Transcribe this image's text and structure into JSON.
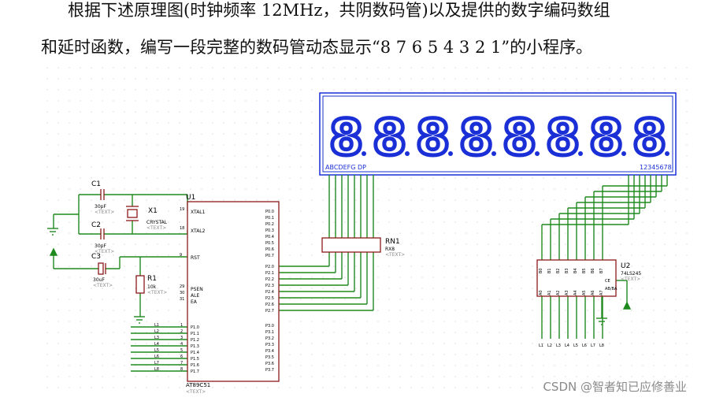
{
  "question": {
    "line1": "根据下述原理图(时钟频率 12MHz，共阴数码管)以及提供的数字编码数组",
    "line2": "和延时函数，编写一段完整的数码管动态显示“8 7 6 5 4 3 2 1”的小程序。"
  },
  "display": {
    "digit_glyph": "8",
    "digit_count": 8,
    "segment_label": "ABCDEFG DP",
    "position_label": "12345678"
  },
  "components": {
    "c1": {
      "ref": "C1",
      "value": "30pF",
      "text": "<TEXT>"
    },
    "c2": {
      "ref": "C2",
      "value": "30pF",
      "text": "<TEXT>"
    },
    "c3": {
      "ref": "C3",
      "value": "30uF",
      "text": "<TEXT>"
    },
    "x1": {
      "ref": "X1",
      "value": "CRYSTAL",
      "text": "<TEXT>"
    },
    "r1": {
      "ref": "R1",
      "value": "10k",
      "text": "<TEXT>"
    },
    "rn1": {
      "ref": "RN1",
      "value": "RX8",
      "text": "<TEXT>"
    },
    "u1": {
      "ref": "U1",
      "part": "AT89C51",
      "text": "<TEXT>",
      "pins_left": [
        "XTAL1",
        "XTAL2",
        "RST",
        "PSEN",
        "ALE",
        "EA"
      ],
      "pin_numbers_left": [
        "19",
        "18",
        "9",
        "29",
        "30",
        "31"
      ],
      "port1_labels": [
        "P1.0",
        "P1.1",
        "P1.2",
        "P1.3",
        "P1.4",
        "P1.5",
        "P1.6",
        "P1.7"
      ],
      "port1_pin_numbers": [
        "1",
        "2",
        "3",
        "4",
        "5",
        "6",
        "7",
        "8"
      ],
      "line_labels": [
        "L1",
        "L2",
        "L3",
        "L4",
        "L5",
        "L6",
        "L7",
        "L8"
      ],
      "port0_labels": [
        "P0.0",
        "P0.1",
        "P0.2",
        "P0.3",
        "P0.4",
        "P0.5",
        "P0.6",
        "P0.7"
      ],
      "port2_labels": [
        "P2.0",
        "P2.1",
        "P2.2",
        "P2.3",
        "P2.4",
        "P2.5",
        "P2.6",
        "P2.7"
      ],
      "port3_labels": [
        "P3.0",
        "P3.1",
        "P3.2",
        "P3.3",
        "P3.4",
        "P3.5",
        "P3.6",
        "P3.7"
      ]
    },
    "u2": {
      "ref": "U2",
      "part": "74LS245",
      "text": "<TEXT>",
      "top_pins": [
        "B0",
        "B1",
        "B2",
        "B3",
        "B4",
        "B5",
        "B6",
        "B7"
      ],
      "bottom_pins": [
        "A0",
        "A1",
        "A2",
        "A3",
        "A4",
        "A5",
        "A6",
        "A7"
      ],
      "side_pins": [
        "CE",
        "AB/BA"
      ],
      "line_labels": [
        "L1",
        "L2",
        "L3",
        "L4",
        "L5",
        "L6",
        "L7",
        "L8"
      ]
    }
  },
  "watermark": "CSDN @智者知已应修善业",
  "colors": {
    "wire": "#1f8a1f",
    "component": "#8b1a1a",
    "display_bg": "#ffffff",
    "segment": "#1a2fd6",
    "border": "#1a2fd6",
    "grid_dot": "#c8c8c8"
  }
}
